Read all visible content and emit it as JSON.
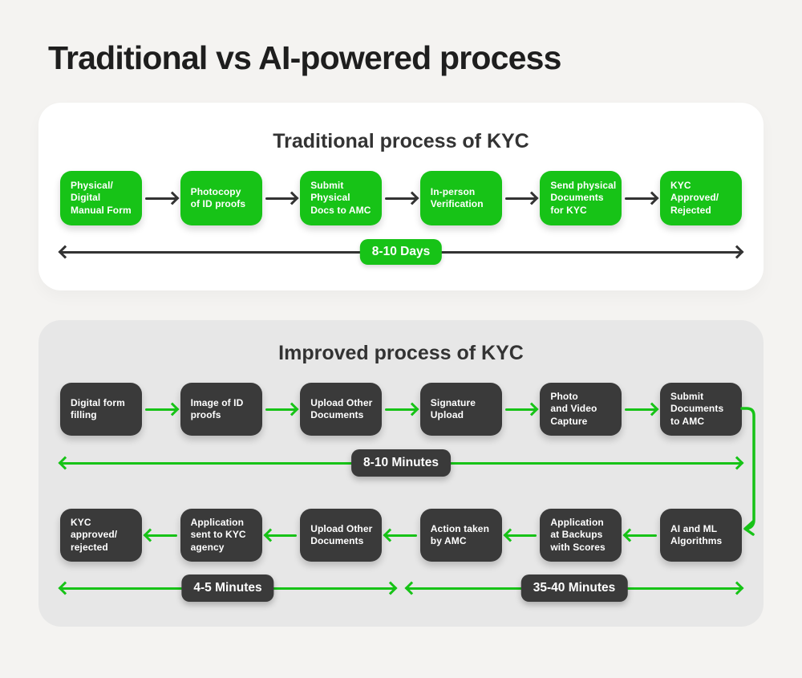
{
  "page": {
    "title": "Traditional vs AI-powered process"
  },
  "colors": {
    "green": "#17C317",
    "dark_box": "#3A3A3A",
    "arrow_dark": "#333333",
    "page_bg": "#F4F3F1",
    "panel_white": "#FFFFFF",
    "panel_gray": "#E7E7E7"
  },
  "traditional": {
    "title": "Traditional process of KYC",
    "steps": [
      "Physical/\nDigital\nManual Form",
      "Photocopy\nof ID proofs",
      "Submit\nPhysical\nDocs to AMC",
      "In-person\nVerification",
      "Send physical\nDocuments\nfor KYC",
      "KYC\nApproved/\nRejected"
    ],
    "duration": "8-10 Days"
  },
  "improved": {
    "title": "Improved process of KYC",
    "row1": [
      "Digital form\nfilling",
      "Image of ID\nproofs",
      "Upload Other\nDocuments",
      "Signature\nUpload",
      "Photo\nand Video\nCapture",
      "Submit\nDocuments\nto AMC"
    ],
    "row1_duration": "8-10 Minutes",
    "row2": [
      "KYC\napproved/\nrejected",
      "Application\nsent to KYC\nagency",
      "Upload Other\nDocuments",
      "Action taken\nby AMC",
      "Application\nat Backups\nwith Scores",
      "AI and ML\nAlgorithms"
    ],
    "row2_durations": [
      "4-5 Minutes",
      "35-40 Minutes"
    ]
  }
}
